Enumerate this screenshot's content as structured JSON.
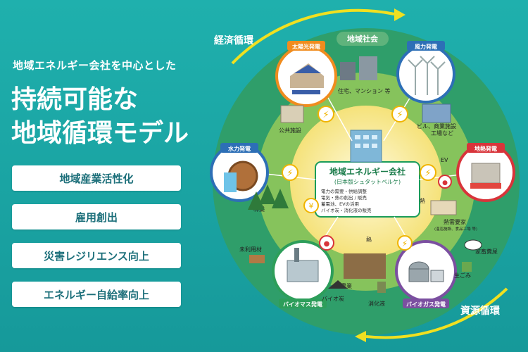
{
  "header": {
    "lead": "地域エネルギー会社を中心とした",
    "title_line1": "持続可能な",
    "title_line2": "地域循環モデル"
  },
  "benefits": [
    "地域産業活性化",
    "雇用創出",
    "災害レジリエンス向上",
    "エネルギー自給率向上"
  ],
  "cycles": {
    "economic": "経済循環",
    "resource": "資源循環",
    "community": "地域社会"
  },
  "center": {
    "title": "地域エネルギー会社",
    "subtitle": "(日本版シュタットベルケ)",
    "services": [
      "電力の需要・供給調整",
      "電気・熱の創出 / 販売",
      "蓄電池、EVの活用",
      "バイオ炭・消化液の販売"
    ]
  },
  "sources": {
    "solar": "太陽光発電",
    "wind": "風力発電",
    "hydro": "水力発電",
    "geothermal": "地熱発電",
    "biomass": "バイオマス発電",
    "biogas": "バイオガス発電"
  },
  "places": {
    "housing": "住宅、マンション 等",
    "public": "公共施設",
    "buildings": "ビル、商業施設",
    "factory": "工場など",
    "ev": "EV",
    "forestry": "林業",
    "heat_demand": "熱需要家",
    "heat_demand_note": "(温浴施設、食品工場 等)",
    "unused_timber": "未利用材",
    "agriculture": "農業",
    "biochar": "バイオ炭",
    "digestate": "消化液",
    "manure": "家畜糞尿",
    "food_waste": "生ごみ",
    "heat1": "熱",
    "heat2": "熱"
  },
  "colors": {
    "outer_ring": "#2f9e6a",
    "middle_ring": "#86c35c",
    "inner_ring": "#f5e27a",
    "center_border": "#1a9c5a",
    "arrow_yellow": "#f0e020"
  }
}
